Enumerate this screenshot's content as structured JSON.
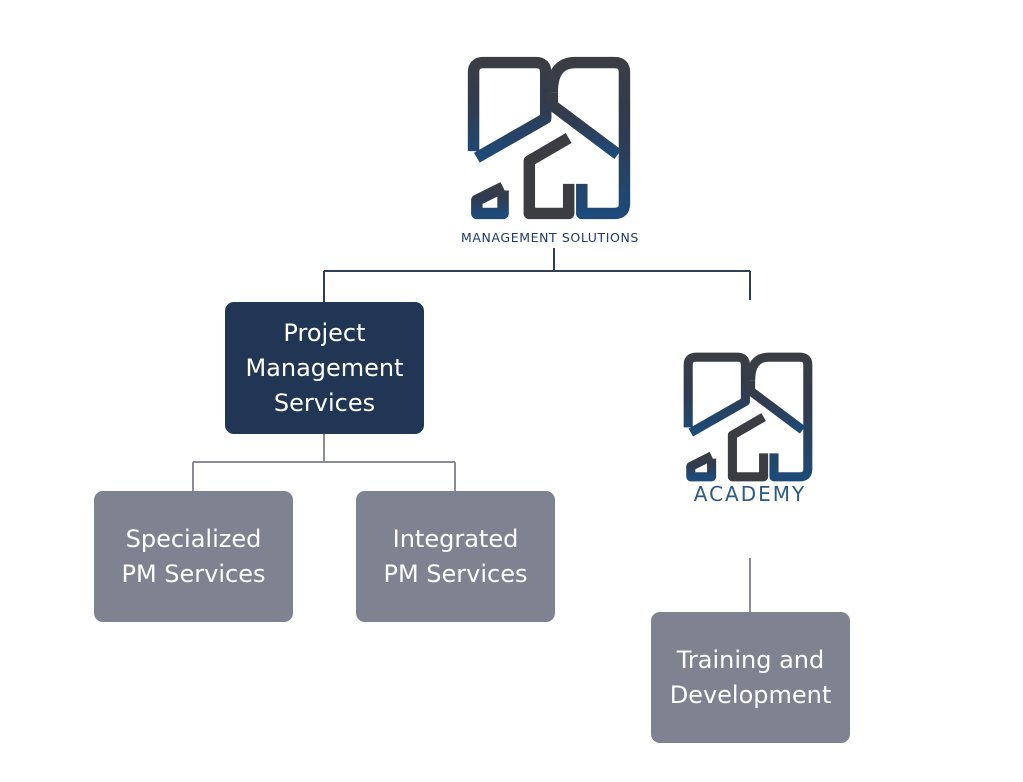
{
  "logos": {
    "main": {
      "mark": "P2S",
      "subtitle": "MANAGEMENT SOLUTIONS"
    },
    "academy": {
      "mark": "P2S",
      "subtitle": "ACADEMY"
    }
  },
  "nodes": {
    "pm_services": "Project\nManagement\nServices",
    "specialized": "Specialized\nPM Services",
    "integrated": "Integrated\nPM Services",
    "training": "Training and\nDevelopment"
  },
  "colors": {
    "dark_box": "#213654",
    "gray_box": "#7f8290",
    "connector": "#2e3f5c",
    "connector_light": "#8a8d99"
  }
}
